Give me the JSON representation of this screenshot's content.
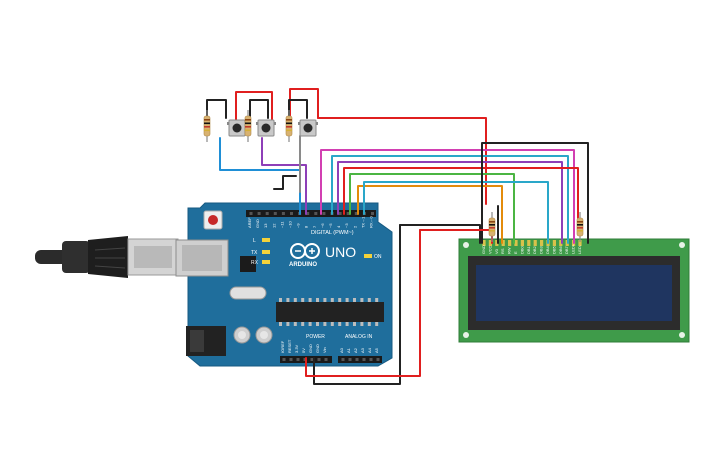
{
  "colors": {
    "red": "#e01f1f",
    "black": "#222222",
    "blue": "#1f8fd6",
    "purple": "#8e3fb8",
    "teal": "#2aa7c9",
    "green": "#4bb543",
    "orange": "#e38b0b",
    "magenta": "#d23fb2",
    "gray": "#8a8a8a",
    "board": "#1f6e9c",
    "lcd_pcb": "#3f9b4a",
    "lcd_screen": "#1f3560"
  },
  "arduino": {
    "logo": "ARDUINO",
    "model": "UNO",
    "digital_label": "DIGITAL (PWM~)",
    "power_label": "POWER",
    "analog_label": "ANALOG IN",
    "on_label": "ON",
    "tx_label": "TX",
    "rx_label": "RX",
    "l_label": "L",
    "aref_label": "AREF",
    "gnd_label": "GND",
    "digital_pins": [
      "13",
      "12",
      "~11",
      "~10",
      "~9",
      "8",
      "7",
      "~6",
      "~5",
      "4",
      "~3",
      "2",
      "TX→1",
      "RX←0"
    ],
    "power_pins": [
      "IOREF",
      "RESET",
      "3.3V",
      "5V",
      "GND",
      "GND",
      "Vin"
    ],
    "analog_pins": [
      "A0",
      "A1",
      "A2",
      "A3",
      "A4",
      "A5"
    ]
  },
  "lcd": {
    "pins": [
      "GND",
      "VCC",
      "V0",
      "RS",
      "RW",
      "E",
      "DB0",
      "DB1",
      "DB2",
      "DB3",
      "DB4",
      "DB5",
      "DB6",
      "DB7",
      "LED+",
      "LED-"
    ]
  },
  "components": {
    "buttons": [
      "button-1",
      "button-2",
      "button-3"
    ],
    "resistors": [
      "resistor-1",
      "resistor-2",
      "resistor-3",
      "resistor-lcd-contrast",
      "resistor-lcd-backlight"
    ]
  }
}
